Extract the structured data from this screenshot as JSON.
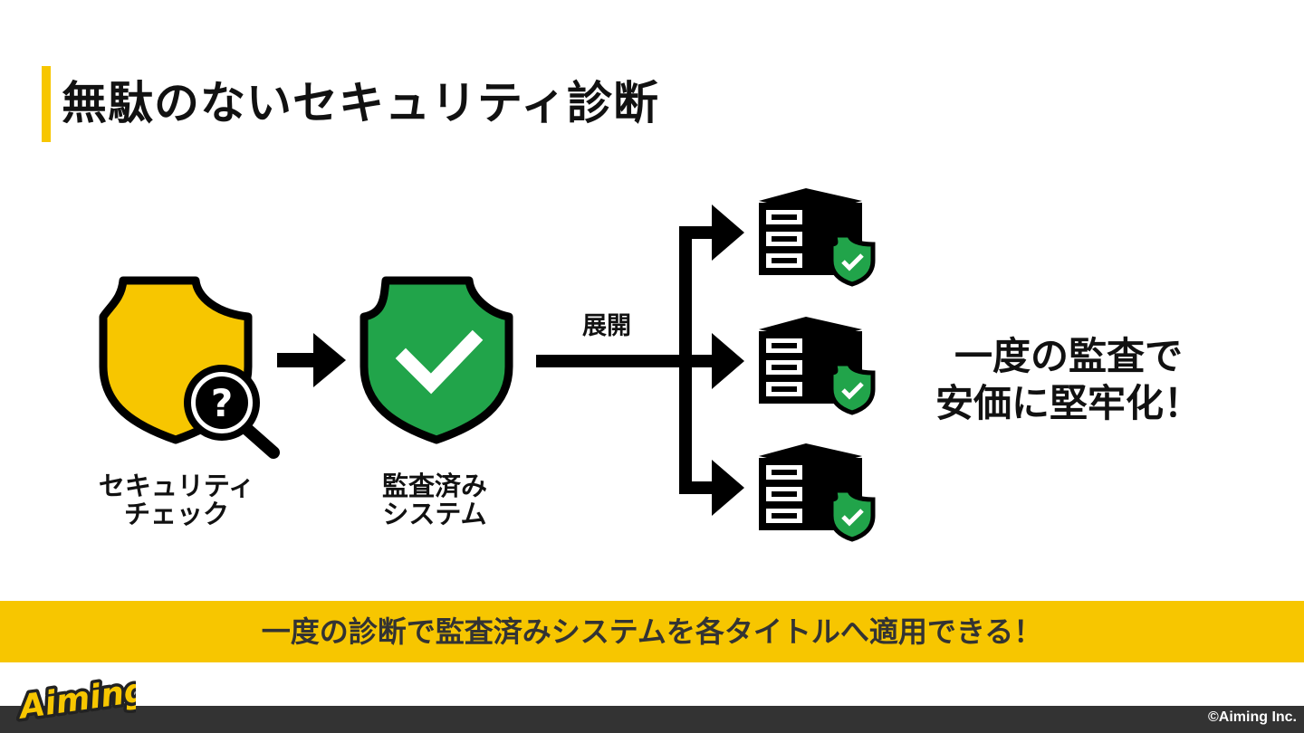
{
  "slide": {
    "title": "無駄のないセキュリティ診断"
  },
  "diagram": {
    "security_check_label_line1": "セキュリティ",
    "security_check_label_line2": "チェック",
    "question_mark": "?",
    "audited_system_label_line1": "監査済み",
    "audited_system_label_line2": "システム",
    "deploy_label": "展開",
    "result_line1": "一度の監査で",
    "result_line2": "安価に堅牢化！"
  },
  "banner": {
    "text": "一度の診断で監査済みシステムを各タイトルへ適用できる！"
  },
  "footer": {
    "copyright": "©Aiming Inc.",
    "logo_text": "Aiming"
  },
  "colors": {
    "accent_yellow": "#f7c600",
    "shield_green": "#21a44a",
    "footer_dark": "#333333"
  }
}
